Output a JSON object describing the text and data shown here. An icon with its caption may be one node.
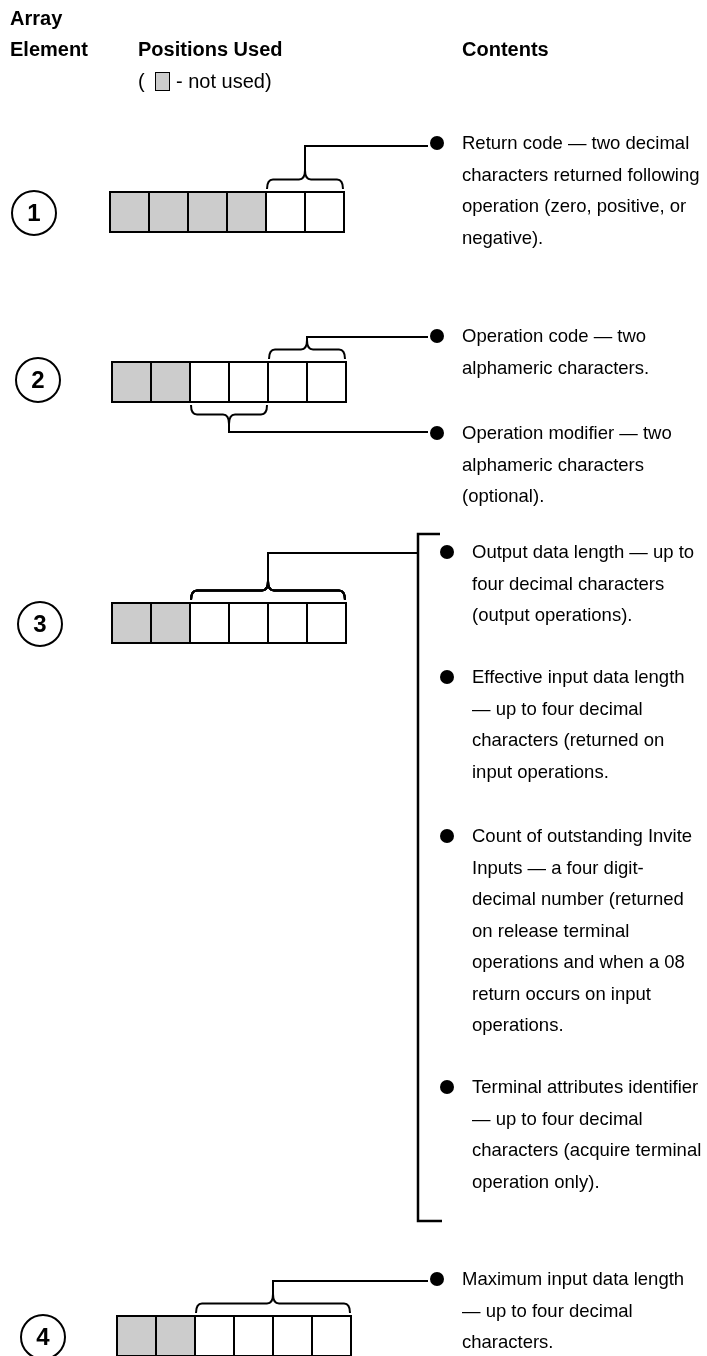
{
  "diagram": {
    "nodes": [
      {
        "text": [
          "1"
        ]
      },
      {
        "text": [],
        "shape": "bar"
      },
      {
        "text": [
          "Return code — two decimal characters returned following operation (zero, positive, or negative)."
        ]
      },
      {
        "text": [
          "2"
        ]
      },
      {
        "text": [],
        "shape": "bar"
      },
      {
        "text": [
          "Operation code — two alphameric characters."
        ]
      },
      {
        "text": [
          "Operation modifier — two alphameric characters (optional)."
        ]
      },
      {
        "text": [
          "3"
        ]
      },
      {
        "text": [],
        "shape": "bar"
      },
      {
        "text": [
          "Output data length — up to four decimal characters (output operations)."
        ]
      },
      {
        "text": [
          "Effective input data length — up to four decimal characters (returned on input operations."
        ]
      },
      {
        "text": [
          "Count of outstanding Invite Inputs — a four digit-decimal number (returned on release terminal operations and when a 08 return occurs on input operations."
        ]
      },
      {
        "text": [
          "Terminal attributes identifier — up to four decimal characters (acquire terminal operation only)."
        ]
      },
      {
        "text": [
          "4"
        ]
      },
      {
        "text": [],
        "shape": "bar"
      },
      {
        "text": [
          "Maximum input data length — up to four decimal characters."
        ]
      }
    ],
    "edges": [
      {
        "from": 2,
        "to": 1,
        "arrow": "none"
      },
      {
        "from": 5,
        "to": 4,
        "arrow": "none"
      },
      {
        "from": 6,
        "to": 4,
        "arrow": "none"
      },
      {
        "from": 9,
        "to": 8,
        "arrow": "none"
      },
      {
        "from": 10,
        "to": 8,
        "arrow": "none"
      },
      {
        "from": 11,
        "to": 8,
        "arrow": "none"
      },
      {
        "from": 12,
        "to": 8,
        "arrow": "none"
      },
      {
        "from": 15,
        "to": 14,
        "arrow": "none"
      }
    ],
    "labels": [
      "Array Element",
      "Positions Used",
      "(",
      "Contents"
    ],
    "legend": [
      {
        "text": "- not used)",
        "color": "#cccccc"
      }
    ]
  }
}
